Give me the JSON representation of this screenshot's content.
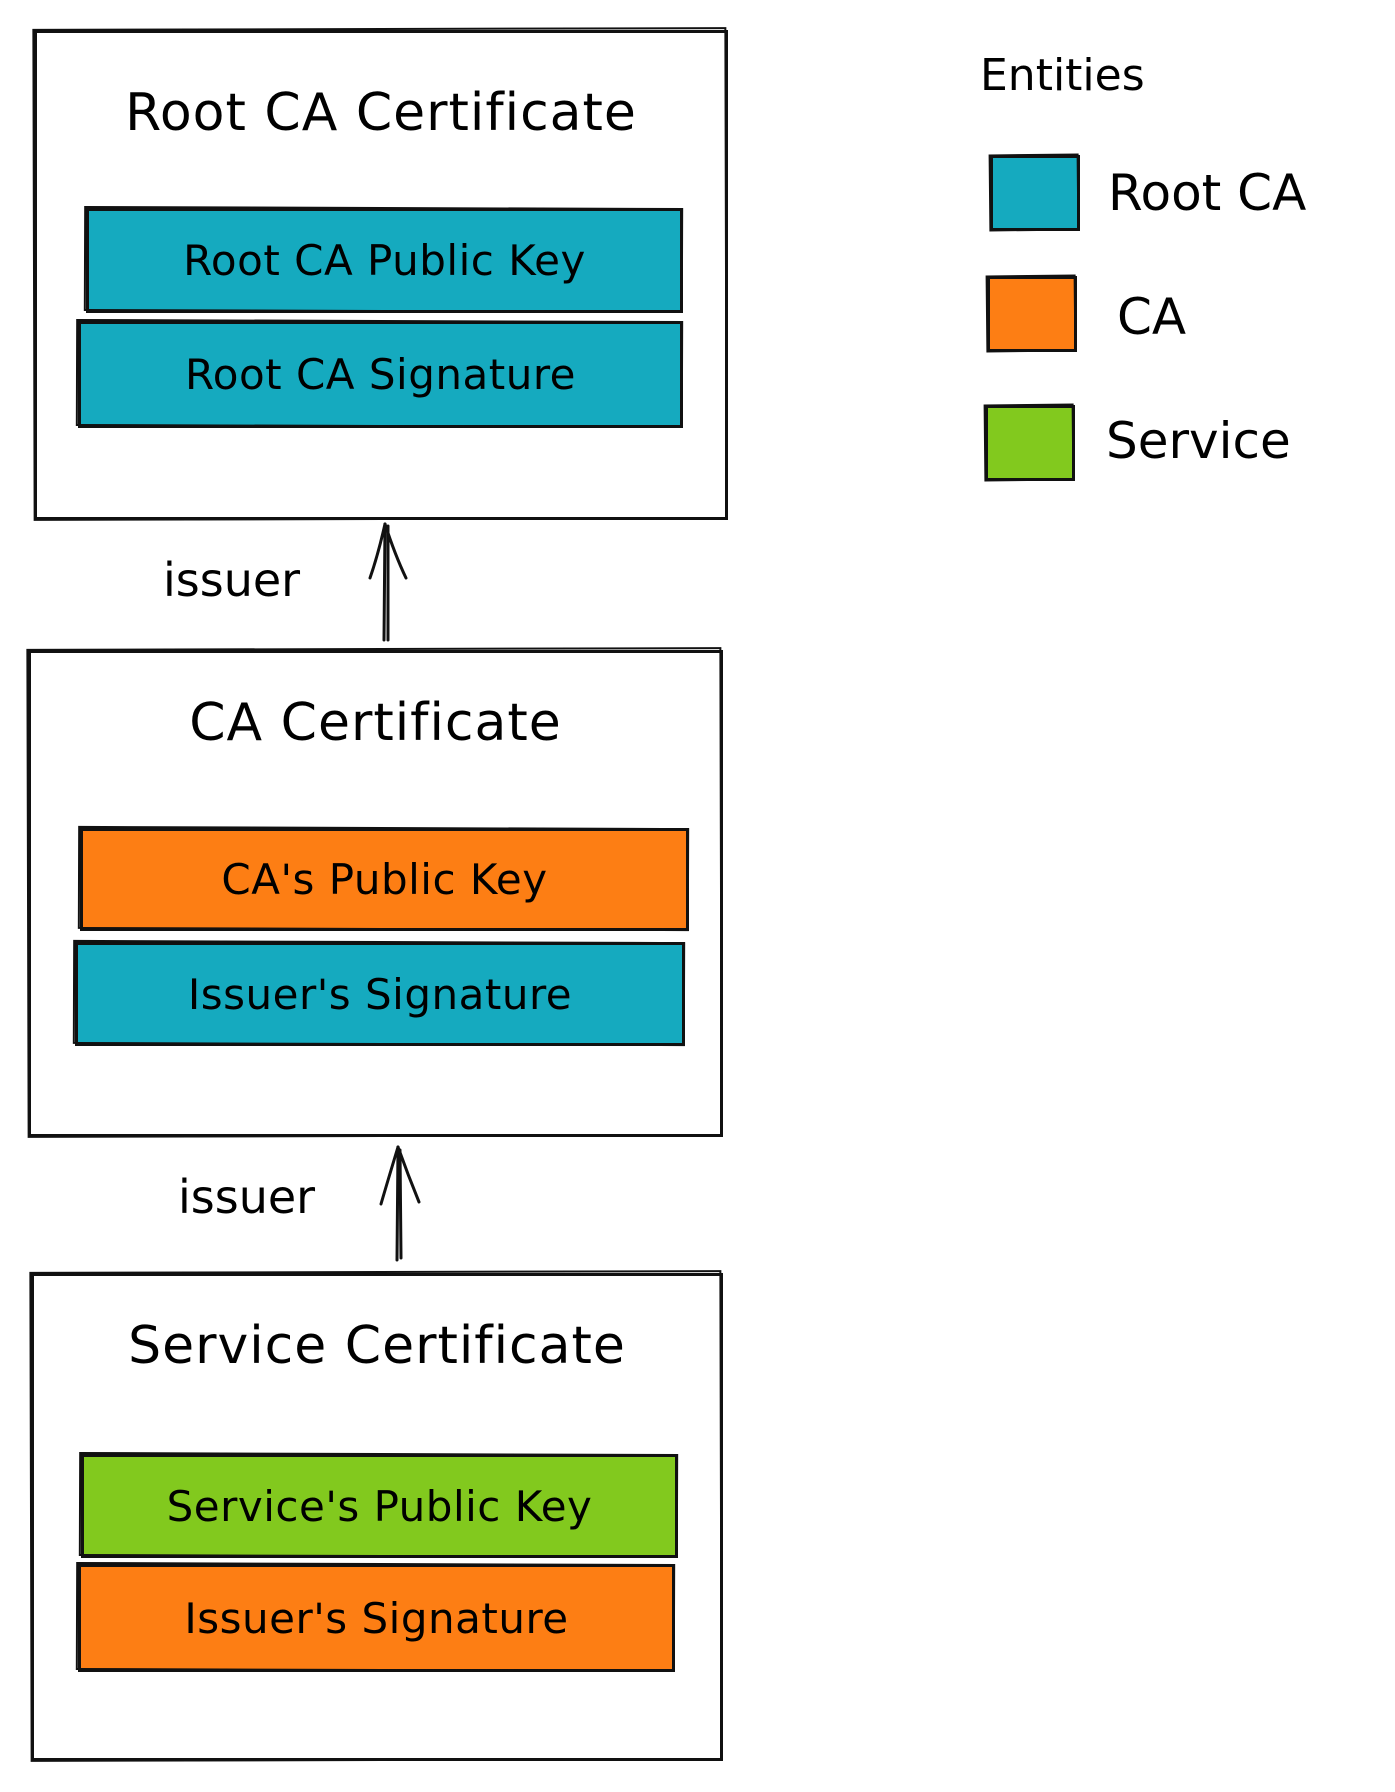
{
  "colors": {
    "root_ca": "#15aabf",
    "ca": "#fd7e14",
    "service": "#82c91e",
    "stroke": "#111111"
  },
  "certificates": [
    {
      "title": "Root CA Certificate",
      "fields": [
        {
          "label": "Root CA Public Key",
          "entity": "root_ca"
        },
        {
          "label": "Root CA Signature",
          "entity": "root_ca"
        }
      ]
    },
    {
      "title": "CA Certificate",
      "fields": [
        {
          "label": "CA's Public Key",
          "entity": "ca"
        },
        {
          "label": "Issuer's Signature",
          "entity": "root_ca"
        }
      ]
    },
    {
      "title": "Service Certificate",
      "fields": [
        {
          "label": "Service's Public Key",
          "entity": "service"
        },
        {
          "label": "Issuer's Signature",
          "entity": "ca"
        }
      ]
    }
  ],
  "arrows": [
    {
      "label": "issuer",
      "from": "CA Certificate",
      "to": "Root CA Certificate"
    },
    {
      "label": "issuer",
      "from": "Service Certificate",
      "to": "CA Certificate"
    }
  ],
  "legend": {
    "title": "Entities",
    "items": [
      {
        "label": "Root CA",
        "entity": "root_ca"
      },
      {
        "label": "CA",
        "entity": "ca"
      },
      {
        "label": "Service",
        "entity": "service"
      }
    ]
  }
}
